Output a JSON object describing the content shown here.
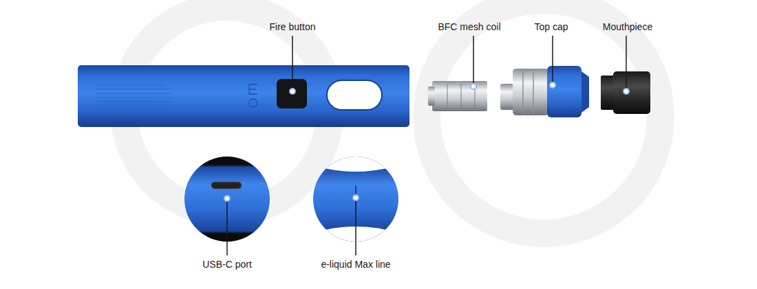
{
  "diagram": {
    "labels": [
      "Fire button",
      "BFC mesh coil",
      "Top cap",
      "Mouthpiece",
      "USB-C port",
      "e-liquid Max line"
    ]
  }
}
